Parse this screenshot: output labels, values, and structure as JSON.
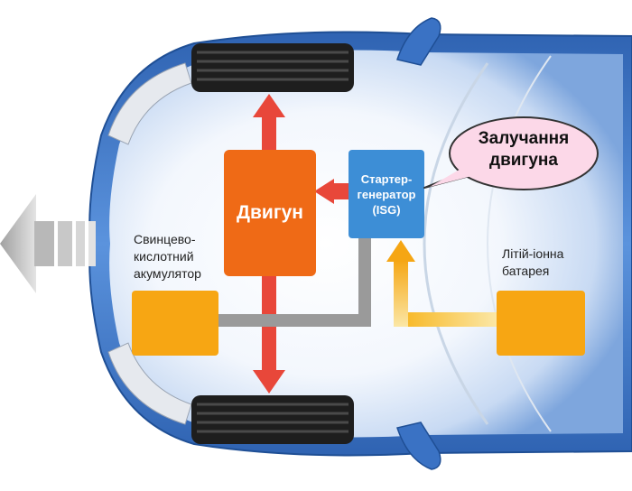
{
  "components": {
    "engine": {
      "label": "Двигун",
      "color": "#ef6a16"
    },
    "isg": {
      "label_line1": "Стартер-",
      "label_line2": "генератор",
      "label_line3": "(ISG)",
      "color": "#3d8ed6"
    },
    "lead_acid_battery": {
      "label_line1": "Свинцево-",
      "label_line2": "кислотний",
      "label_line3": "акумулятор",
      "color": "#f7a613"
    },
    "lithium_battery": {
      "label_line1": "Літій-іонна",
      "label_line2": "батарея",
      "color": "#f7a613"
    }
  },
  "callout": {
    "line1": "Залучання",
    "line2": "двигуна",
    "color": "#fcd8e8"
  },
  "colors": {
    "car_body": "#3f79c8",
    "tire": "#1e1e1e",
    "power_arrow": "#e8473a",
    "electric_flow": "#f7c74a",
    "wiring": "#9a9a9a",
    "direction_arrow": "#b4b4b4"
  }
}
